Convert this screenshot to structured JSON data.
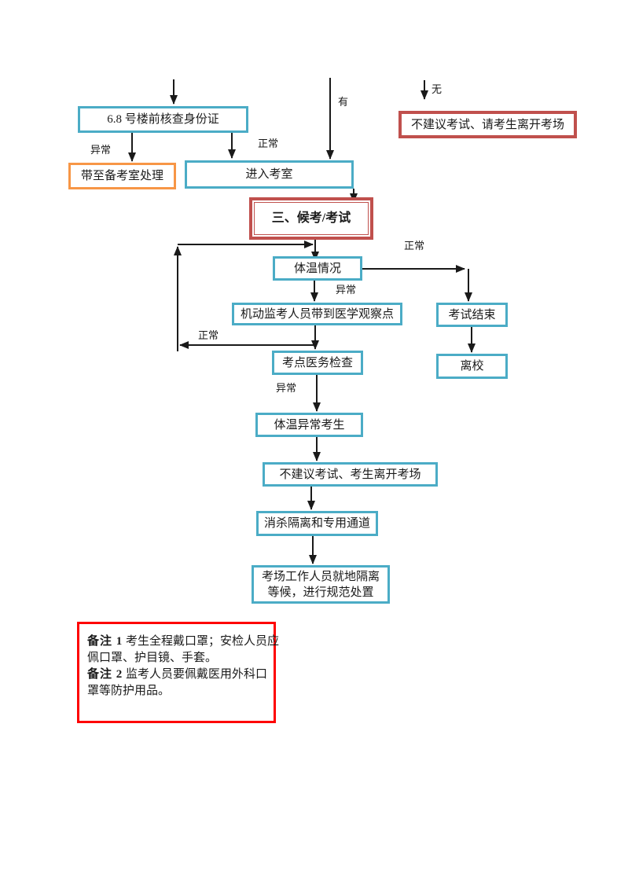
{
  "colors": {
    "ink": "#1a1a1a",
    "cyan": "#4bacc6",
    "orange": "#f79646",
    "box_red": "#c0504d",
    "note_red": "#fe0000"
  },
  "flowchart": {
    "nodes": {
      "id_check": {
        "label": "6.8 号楼前核查身份证"
      },
      "backup_room": {
        "label": "带至备考室处理"
      },
      "enter_room": {
        "label": "进入考室"
      },
      "no_exam_leave_top": {
        "label": "不建议考试、请考生离开考场"
      },
      "stage_wait_exam": {
        "label": "三、候考/考试"
      },
      "temperature": {
        "label": "体温情况"
      },
      "mobile_invigilator": {
        "label": "机动监考人员带到医学观察点"
      },
      "exam_end": {
        "label": "考试结束"
      },
      "medical_check": {
        "label": "考点医务检查"
      },
      "leave_school": {
        "label": "离校"
      },
      "abnormal_student": {
        "label": "体温异常考生"
      },
      "no_exam_leave_bottom": {
        "label": "不建议考试、考生离开考场"
      },
      "disinfect_channel": {
        "label": "消杀隔离和专用通道"
      },
      "staff_isolation": {
        "lines": [
          "考场工作人员就地隔离",
          "等候，进行规范处置"
        ]
      }
    },
    "edge_labels": {
      "has": "有",
      "none": "无",
      "abnormal_id": "异常",
      "normal_id": "正常",
      "normal_right": "正常",
      "abnormal_temp": "异常",
      "normal_loop": "正常",
      "abnormal_med": "异常"
    }
  },
  "note": {
    "paragraphs": [
      {
        "label": "备注 1",
        "lines": [
          "考生全程戴口罩；安检人员应",
          "佩口罩、护目镜、手套。"
        ]
      },
      {
        "label": "备注 2",
        "lines": [
          "监考人员要佩戴医用外科口",
          "罩等防护用品。"
        ]
      }
    ]
  }
}
